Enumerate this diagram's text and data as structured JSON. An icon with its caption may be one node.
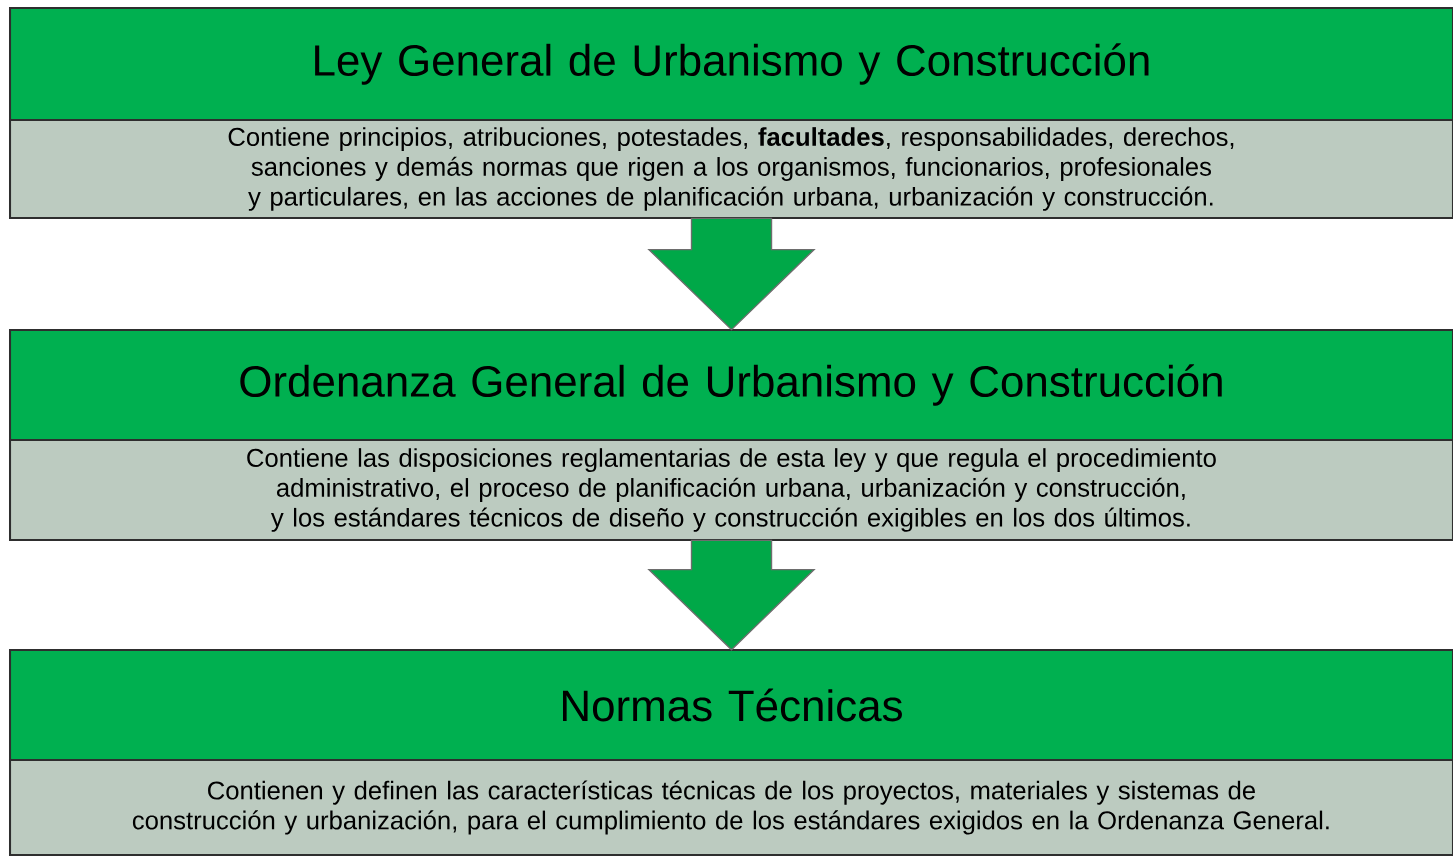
{
  "diagram": {
    "nodes": [
      {
        "text": [
          "Ley General de Urbanismo y Construcción",
          "Contiene principios, atribuciones, potestades, **facultades**, responsabilidades, derechos, sanciones y demás normas que rigen a los organismos, funcionarios, profesionales y particulares, en las acciones de planificación urbana, urbanización y construcción."
        ]
      },
      {
        "text": [
          "Ordenanza General de Urbanismo y Construcción",
          "Contiene las disposiciones reglamentarias de esta ley y que regula el procedimiento administrativo, el proceso de planificación urbana, urbanización y construcción, y los estándares técnicos de diseño y construcción exigibles en los dos últimos."
        ]
      },
      {
        "text": [
          "Normas Técnicas",
          "Contienen y definen las características técnicas de los proyectos, materiales y sistemas de construcción y urbanización, para el cumplimiento de los estándares exigidos en la Ordenanza General."
        ]
      }
    ],
    "edges": [
      {
        "from": 0,
        "to": 1,
        "arrow": "to"
      },
      {
        "from": 1,
        "to": 2,
        "arrow": "to"
      }
    ]
  }
}
